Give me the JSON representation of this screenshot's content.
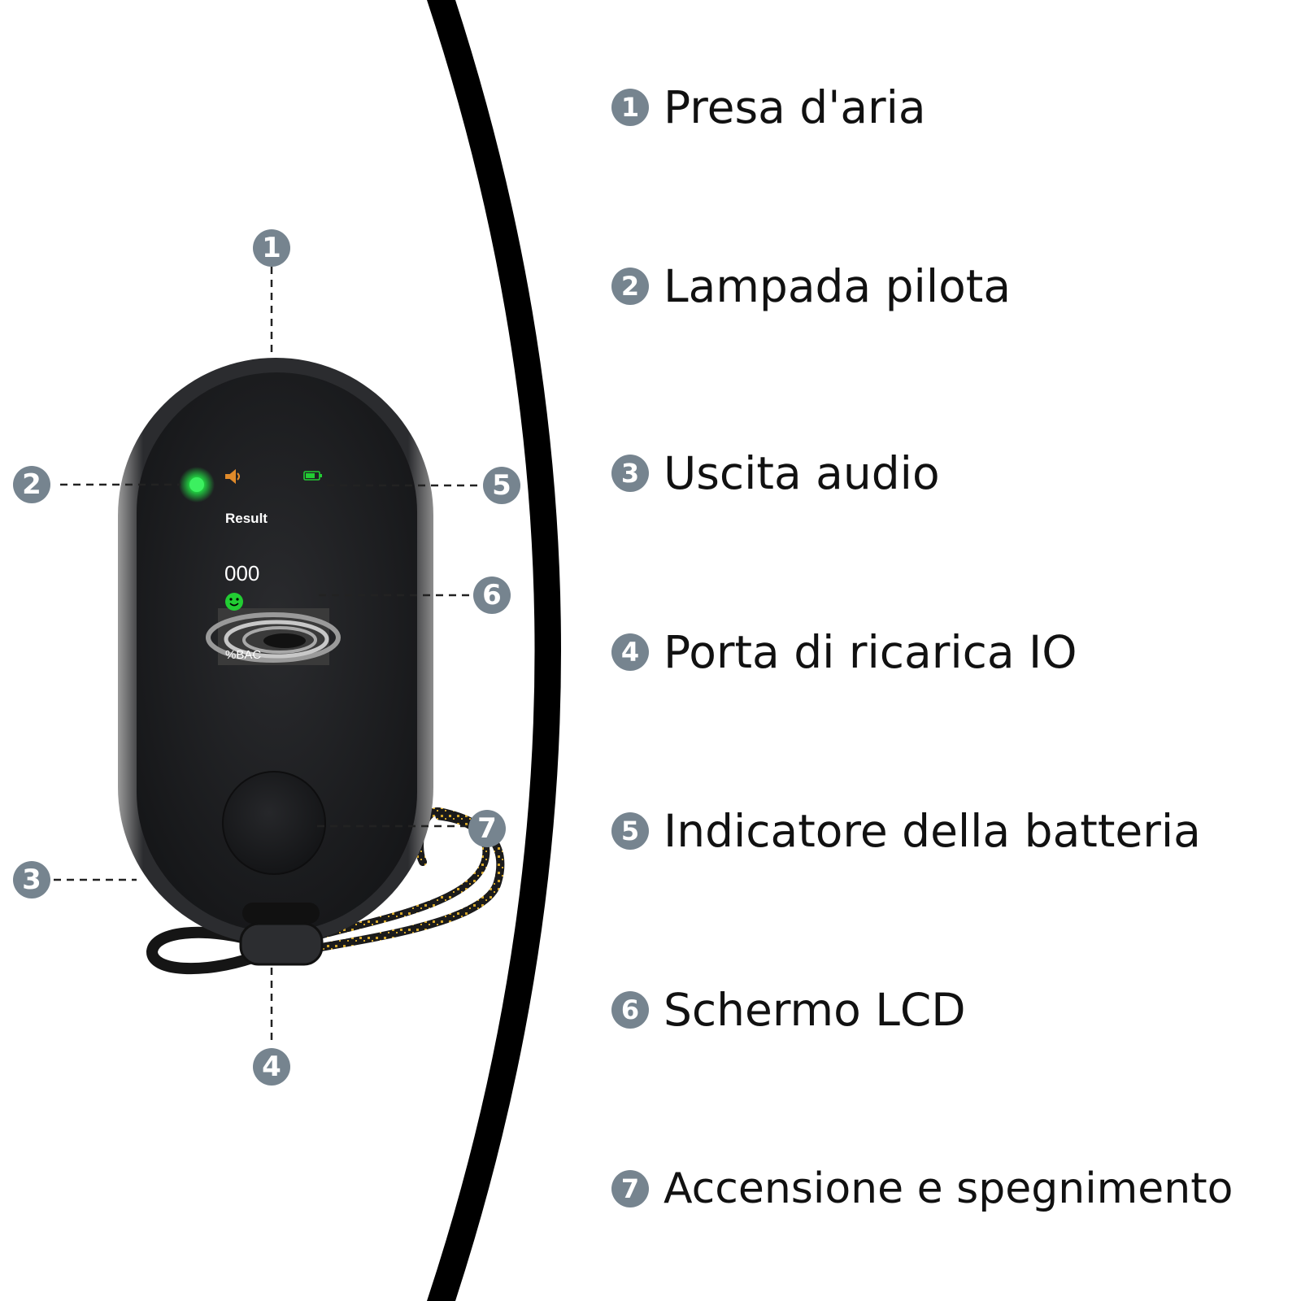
{
  "callouts": [
    "1",
    "2",
    "3",
    "4",
    "5",
    "6",
    "7"
  ],
  "legend": [
    {
      "number": "1",
      "label": "Presa d'aria"
    },
    {
      "number": "2",
      "label": "Lampada pilota"
    },
    {
      "number": "3",
      "label": "Uscita audio"
    },
    {
      "number": "4",
      "label": "Porta di ricarica IO"
    },
    {
      "number": "5",
      "label": "Indicatore della batteria"
    },
    {
      "number": "6",
      "label": "Schermo LCD"
    },
    {
      "number": "7",
      "label": "Accensione e spegnimento"
    }
  ],
  "device_screen": {
    "result_label": "Result",
    "reading": "000",
    "unit": "%BAC"
  },
  "colors": {
    "badge": "#76848f",
    "device_body": "#1e1f21",
    "pilot_lamp": "#22dd44",
    "battery": "#22cc33",
    "speaker": "#e08a2a"
  },
  "icons": [
    "pilot-lamp-icon",
    "speaker-icon",
    "battery-icon",
    "smiley-icon",
    "power-button-icon"
  ]
}
